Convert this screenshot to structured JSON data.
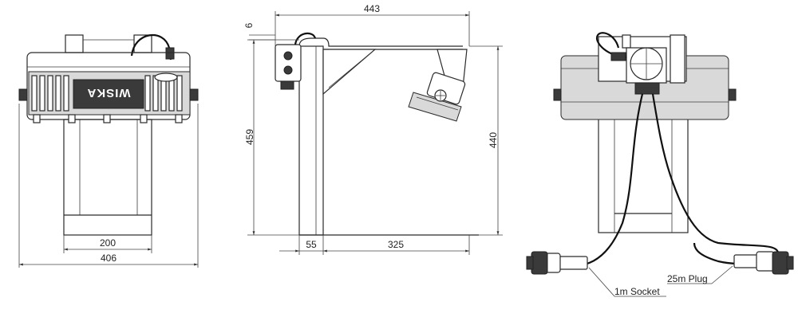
{
  "front_view": {
    "brand": "WISKA",
    "dim_inner_width": "200",
    "dim_outer_width": "406"
  },
  "side_view": {
    "dim_top_width": "443",
    "dim_top_offset": "6",
    "dim_height_left": "459",
    "dim_height_right": "440",
    "dim_base_left": "55",
    "dim_base_right": "325"
  },
  "rear_view": {
    "label_socket": "1m Socket",
    "label_plug": "25m Plug"
  }
}
